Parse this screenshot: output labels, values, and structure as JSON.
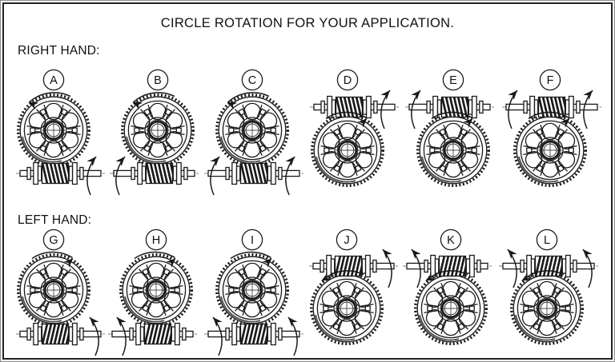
{
  "frame": {
    "title": "CIRCLE ROTATION FOR YOUR APPLICATION."
  },
  "sections": [
    {
      "label": "RIGHT HAND:",
      "hand": "right",
      "configs": [
        {
          "label": "A",
          "worm_position": "below",
          "wheel_rotation": "ccw",
          "shaft_arrow_ends": [
            "right"
          ]
        },
        {
          "label": "B",
          "worm_position": "below",
          "wheel_rotation": "ccw",
          "shaft_arrow_ends": [
            "left"
          ]
        },
        {
          "label": "C",
          "worm_position": "below",
          "wheel_rotation": "ccw",
          "shaft_arrow_ends": [
            "left",
            "right"
          ]
        },
        {
          "label": "D",
          "worm_position": "above",
          "wheel_rotation": "cw",
          "shaft_arrow_ends": [
            "right"
          ]
        },
        {
          "label": "E",
          "worm_position": "above",
          "wheel_rotation": "cw",
          "shaft_arrow_ends": [
            "left"
          ]
        },
        {
          "label": "F",
          "worm_position": "above",
          "wheel_rotation": "cw",
          "shaft_arrow_ends": [
            "left",
            "right"
          ]
        }
      ]
    },
    {
      "label": "LEFT HAND:",
      "hand": "left",
      "configs": [
        {
          "label": "G",
          "worm_position": "below",
          "wheel_rotation": "cw",
          "shaft_arrow_ends": [
            "right"
          ]
        },
        {
          "label": "H",
          "worm_position": "below",
          "wheel_rotation": "cw",
          "shaft_arrow_ends": [
            "left"
          ]
        },
        {
          "label": "I",
          "worm_position": "below",
          "wheel_rotation": "cw",
          "shaft_arrow_ends": [
            "left",
            "right"
          ]
        },
        {
          "label": "J",
          "worm_position": "above",
          "wheel_rotation": "ccw",
          "shaft_arrow_ends": [
            "right"
          ]
        },
        {
          "label": "K",
          "worm_position": "above",
          "wheel_rotation": "ccw",
          "shaft_arrow_ends": [
            "left"
          ]
        },
        {
          "label": "L",
          "worm_position": "above",
          "wheel_rotation": "ccw",
          "shaft_arrow_ends": [
            "left",
            "right"
          ]
        }
      ]
    }
  ],
  "colors": {
    "ink": "#1a1a1a",
    "background": "#ffffff"
  }
}
